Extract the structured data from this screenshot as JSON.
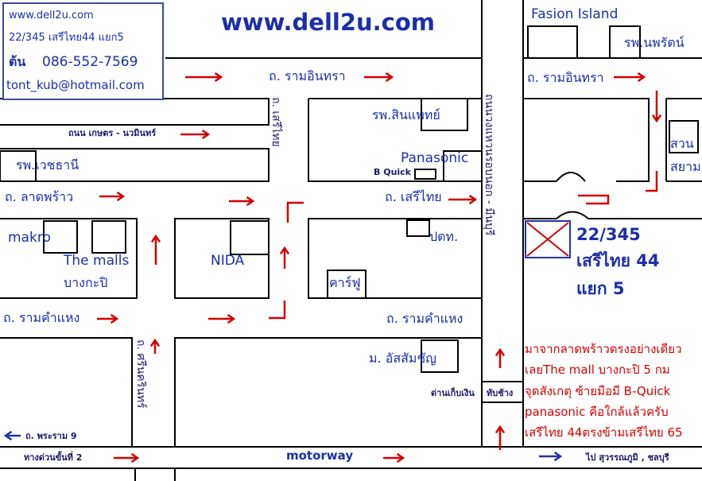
{
  "header": {
    "website_big": "www.dell2u.com"
  },
  "contact": {
    "website": "www.dell2u.com",
    "address": "22/345 เสรีไทย44 แยก5",
    "name": "ต้น",
    "phone": "086-552-7569",
    "email": "tont_kub@hotmail.com"
  },
  "roads": {
    "ram_intra_left": "ถ. รามอินทรา",
    "ram_intra_right": "ถ. รามอินทรา",
    "kaset_nawamin": "ถนน เกษตร - นวมินทร์",
    "lat_phrao": "ถ. ลาดพร้าว",
    "seri_thai": "ถ. เสรีไทย",
    "ram_khamhaeng_left": "ถ. รามคำแหง",
    "ram_khamhaeng_right": "ถ. รามคำแหง",
    "rama9": "ถ. พระราม 9",
    "expressway2": "ทางด่วนขั้นที่ 2",
    "motorway": "motorway",
    "to_suvarnabhumi": "ไป สุวรรณภูมิ , ชลบุรี",
    "vertical_serithai": "ถ. เสรีไทย",
    "vertical_sri_nakarin": "ถ. ศรีนครินทร์",
    "vertical_outer_ring": "ถนนวงแหวนรอบนอก - มีนบุรี"
  },
  "landmarks": {
    "fashion_island": "Fasion Island",
    "phyathai_hosp": "รพ.นพรัตน์",
    "sinphaet_hosp": "รพ.สินแพทย์",
    "panasonic": "Panasonic",
    "bquick": "B Quick",
    "vejthani_hosp": "รพ.เวชธานี",
    "makro": "makro",
    "the_malls": "The malls",
    "bangkapi": "บางกะปิ",
    "nida": "NIDA",
    "ptt": "ปตท.",
    "carrefour": "คาร์ฟู",
    "assumption_univ": "ม. อัสสัมชัญ",
    "toll_booth": "ด่านเก็บเงิน",
    "thap_chang": "ทับช้าง",
    "siam_park_1": "สวน",
    "siam_park_2": "สยาม"
  },
  "destination": {
    "number": "22/345",
    "street": "เสรีไทย 44",
    "lane": "แยก 5"
  },
  "directions": [
    "มาจากลาดพร้าวตรงอย่างเดียว",
    "เลยThe mall บางกะปิ 5 กม",
    "จุดสังเกตุ ซ้ายมือมี B-Quick",
    "panasonic คือใกล้แล้วครับ",
    "เสรีไทย 44ตรงข้ามเสรีไทย 65"
  ],
  "colors": {
    "text_blue": "#1c2ea8",
    "arrow_red": "#d40000",
    "line_black": "#000000",
    "marker_blue": "#2233aa"
  }
}
